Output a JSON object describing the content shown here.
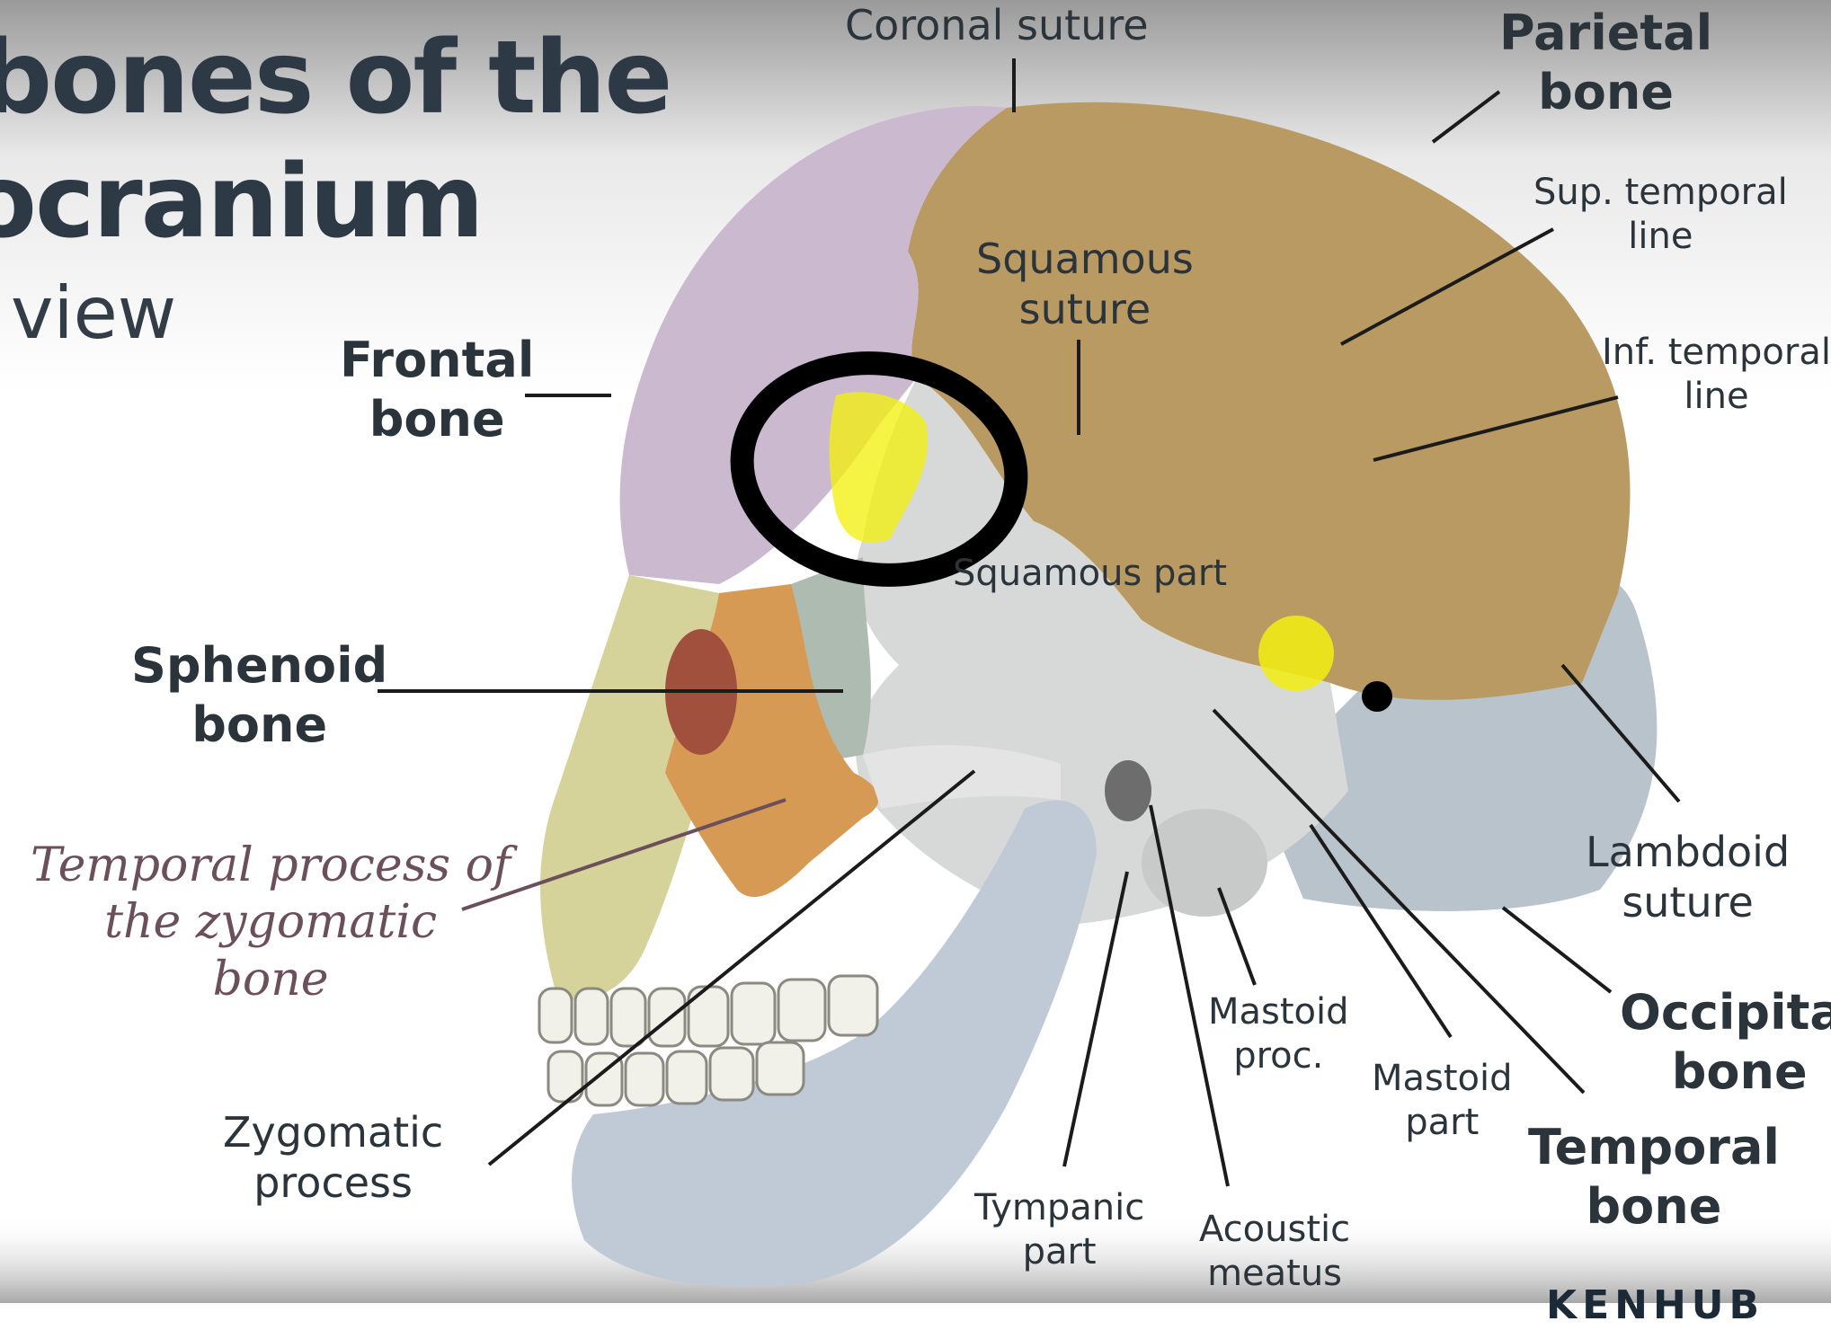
{
  "slide": {
    "title_line1": "bones of the",
    "title_line2": "ocranium",
    "subtitle": "view",
    "corner_logo": "KENHUB"
  },
  "labels": {
    "coronal_suture": "Coronal suture",
    "parietal_bone_1": "Parietal",
    "parietal_bone_2": "bone",
    "sup_temporal_1": "Sup. temporal",
    "sup_temporal_2": "line",
    "inf_temporal_1": "Inf. temporal",
    "inf_temporal_2": "line",
    "squamous_suture_1": "Squamous",
    "squamous_suture_2": "suture",
    "frontal_bone_1": "Frontal",
    "frontal_bone_2": "bone",
    "squamous_part": "Squamous part",
    "sphenoid_bone_1": "Sphenoid",
    "sphenoid_bone_2": "bone",
    "temporal_process_1": "Temporal process of",
    "temporal_process_2": "the zygomatic",
    "temporal_process_3": "bone",
    "lambdoid_suture_1": "Lambdoid",
    "lambdoid_suture_2": "suture",
    "occipital_bone_1": "Occipital",
    "occipital_bone_2": "bone",
    "mastoid_proc_1": "Mastoid",
    "mastoid_proc_2": "proc.",
    "mastoid_part_1": "Mastoid",
    "mastoid_part_2": "part",
    "temporal_bone_1": "Temporal",
    "temporal_bone_2": "bone",
    "zygomatic_process_1": "Zygomatic",
    "zygomatic_process_2": "process",
    "tympanic_part_1": "Tympanic",
    "tympanic_part_2": "part",
    "acoustic_meatus_1": "Acoustic",
    "acoustic_meatus_2": "meatus"
  },
  "colors": {
    "background": "#ffffff",
    "frontal": "#cbb9cf",
    "parietal": "#b99a62",
    "temporal": "#d7d8d8",
    "occipital": "#b9c3cc",
    "sphenoid": "#aebbb0",
    "zygomatic": "#d79a55",
    "maxilla": "#d6d39a",
    "mandible": "#bfcad6",
    "highlight": "#f2ef10",
    "marker_ring": "#000000"
  }
}
